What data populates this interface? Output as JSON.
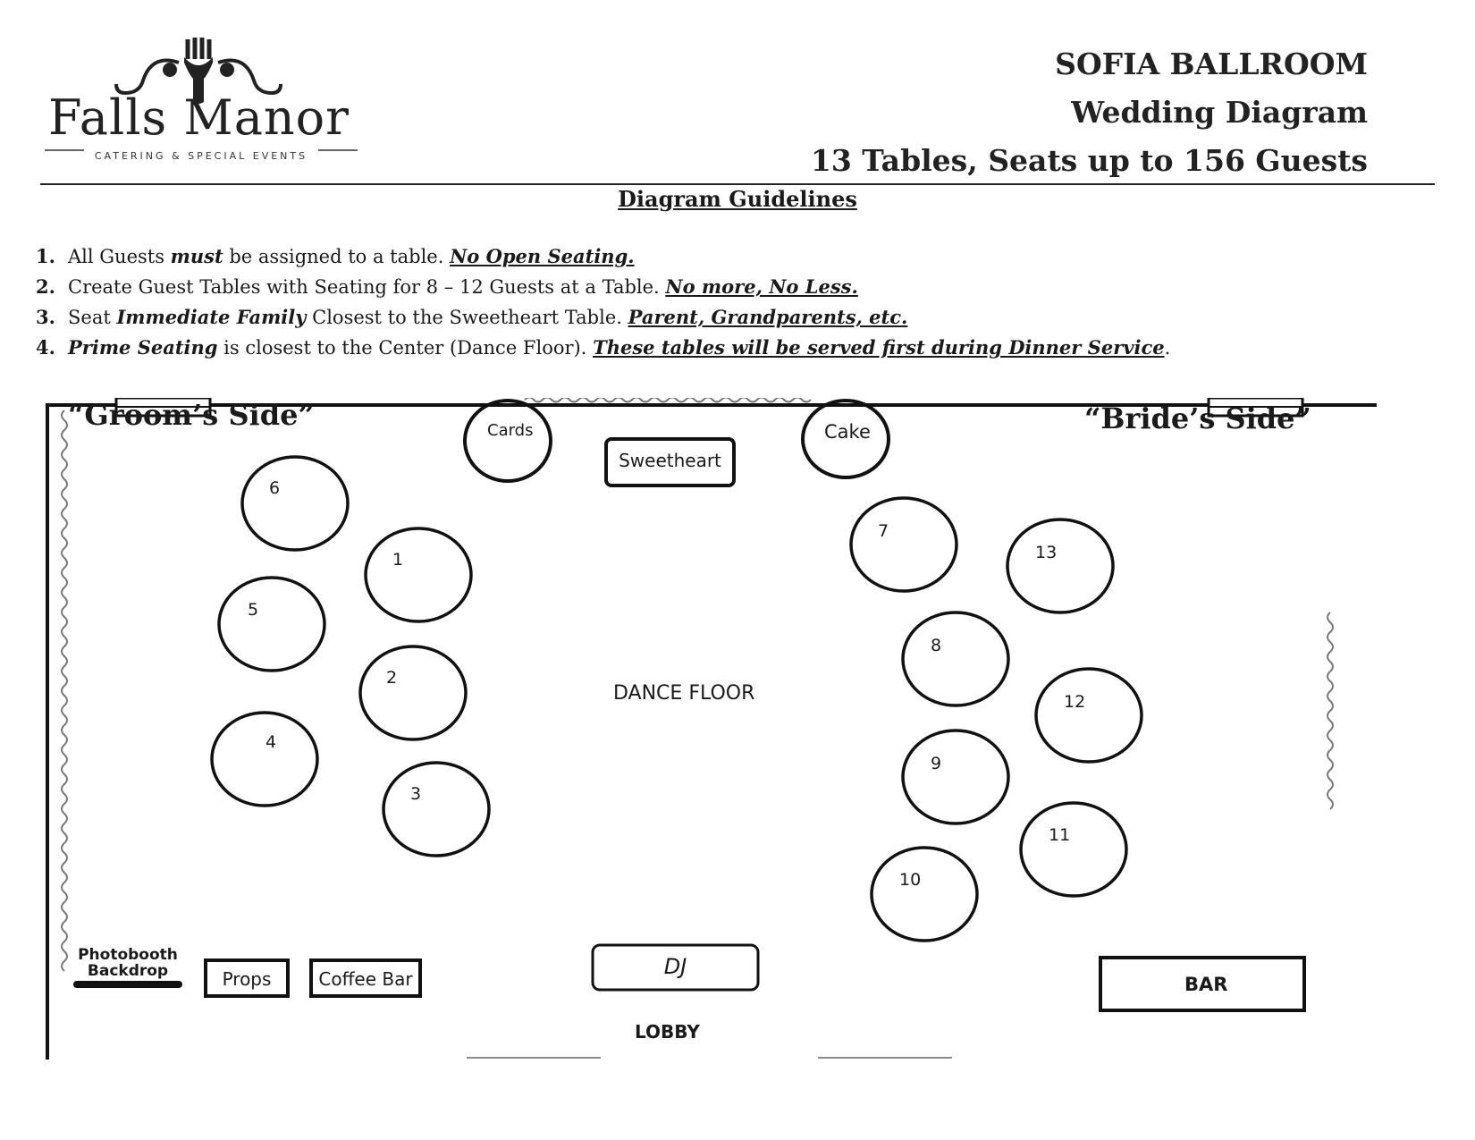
{
  "logo": {
    "name": "Falls Manor",
    "subtitle": "CATERING & SPECIAL EVENTS"
  },
  "header": {
    "line1": "SOFIA BALLROOM",
    "line2": "Wedding Diagram",
    "line3": "13 Tables, Seats up to 156 Guests"
  },
  "guidelines": {
    "title": "Diagram Guidelines",
    "items": [
      {
        "num": "1.",
        "parts": [
          "All Guests ",
          "must",
          " be assigned to a table. ",
          "No Open Seating.",
          ""
        ]
      },
      {
        "num": "2.",
        "parts": [
          "Create Guest Tables with Seating for 8 – 12 Guests at a Table. ",
          "",
          "",
          "No more, No Less.",
          ""
        ]
      },
      {
        "num": "3.",
        "parts": [
          "Seat ",
          "Immediate Family",
          " Closest to the Sweetheart Table. ",
          "Parent, Grandparents, etc.",
          ""
        ]
      },
      {
        "num": "4.",
        "parts": [
          "",
          "Prime Seating",
          " is closest to the Center (Dance Floor). ",
          "These tables will be served first during Dinner Service",
          "."
        ]
      }
    ]
  },
  "diagram": {
    "groom_side": "“Groom’s Side”",
    "bride_side": "“Bride’s Side”",
    "dance_floor": "DANCE FLOOR",
    "cards": "Cards",
    "cake": "Cake",
    "sweetheart": "Sweetheart",
    "dj": "DJ",
    "photobooth_line1": "Photobooth",
    "photobooth_line2": "Backdrop",
    "props": "Props",
    "coffee_bar": "Coffee Bar",
    "bar": "BAR",
    "lobby": "LOBBY",
    "tables": [
      "1",
      "2",
      "3",
      "4",
      "5",
      "6",
      "7",
      "8",
      "9",
      "10",
      "11",
      "12",
      "13"
    ]
  }
}
